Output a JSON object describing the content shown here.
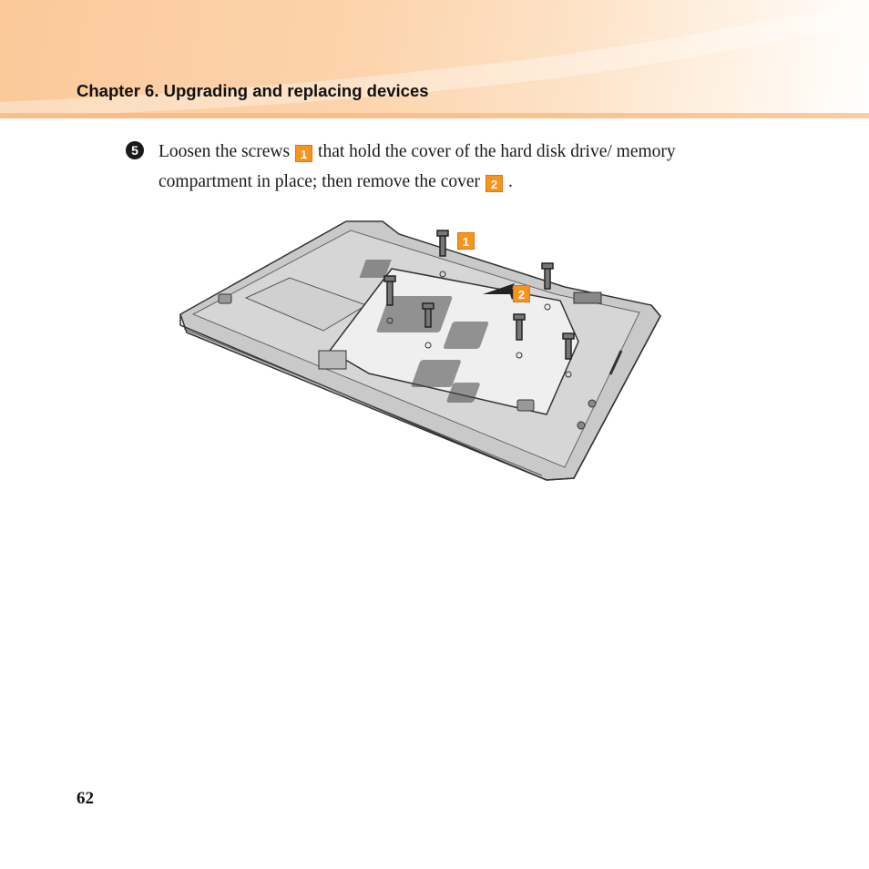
{
  "header": {
    "chapter_title": "Chapter 6. Upgrading and replacing devices"
  },
  "step": {
    "number": "5",
    "text_part1": "Loosen the screws",
    "callout1": "1",
    "text_part2": "that hold the cover of the hard disk drive/ memory compartment in place; then remove the cover",
    "callout2": "2",
    "text_end": "."
  },
  "figure": {
    "callout_screws": "1",
    "callout_cover": "2"
  },
  "footer": {
    "page_number": "62"
  },
  "colors": {
    "header_band": "#fcd3ab",
    "callout": "#f7941d",
    "laptop_body": "#c8c8c8"
  }
}
